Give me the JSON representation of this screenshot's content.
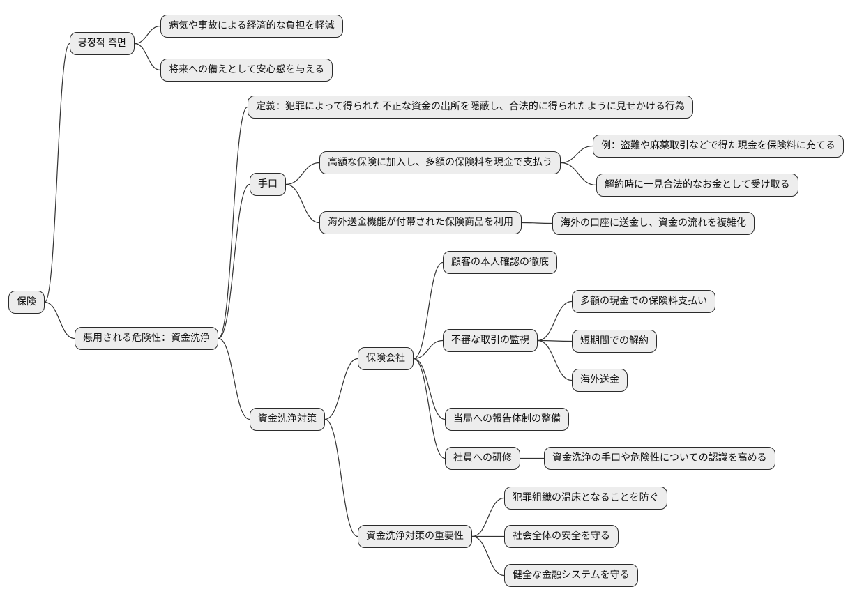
{
  "diagram_type": "mindmap",
  "colors": {
    "background": "#ffffff",
    "node_fill": "#ededed",
    "node_border": "#2b2b2b",
    "connector": "#333333",
    "text": "#111111"
  },
  "mindmap": {
    "root": {
      "label": "保険",
      "children": [
        {
          "label": "긍정적 측면",
          "children": [
            {
              "label": "病気や事故による経済的な負担を軽減"
            },
            {
              "label": "将来への備えとして安心感を与える"
            }
          ]
        },
        {
          "label": "悪用される危険性：資金洗浄",
          "children": [
            {
              "label": "定義：犯罪によって得られた不正な資金の出所を隠蔽し、合法的に得られたように見せかける行為"
            },
            {
              "label": "手口",
              "children": [
                {
                  "label": "高額な保険に加入し、多額の保険料を現金で支払う",
                  "children": [
                    {
                      "label": "例：盗難や麻薬取引などで得た現金を保険料に充てる"
                    },
                    {
                      "label": "解約時に一見合法的なお金として受け取る"
                    }
                  ]
                },
                {
                  "label": "海外送金機能が付帯された保険商品を利用",
                  "children": [
                    {
                      "label": "海外の口座に送金し、資金の流れを複雑化"
                    }
                  ]
                }
              ]
            },
            {
              "label": "資金洗浄対策",
              "children": [
                {
                  "label": "保険会社",
                  "children": [
                    {
                      "label": "顧客の本人確認の徹底"
                    },
                    {
                      "label": "不審な取引の監視",
                      "children": [
                        {
                          "label": "多額の現金での保険料支払い"
                        },
                        {
                          "label": "短期間での解約"
                        },
                        {
                          "label": "海外送金"
                        }
                      ]
                    },
                    {
                      "label": "当局への報告体制の整備"
                    },
                    {
                      "label": "社員への研修",
                      "children": [
                        {
                          "label": "資金洗浄の手口や危険性についての認識を高める"
                        }
                      ]
                    }
                  ]
                },
                {
                  "label": "資金洗浄対策の重要性",
                  "children": [
                    {
                      "label": "犯罪組織の温床となることを防ぐ"
                    },
                    {
                      "label": "社会全体の安全を守る"
                    },
                    {
                      "label": "健全な金融システムを守る"
                    }
                  ]
                }
              ]
            }
          ]
        }
      ]
    }
  }
}
